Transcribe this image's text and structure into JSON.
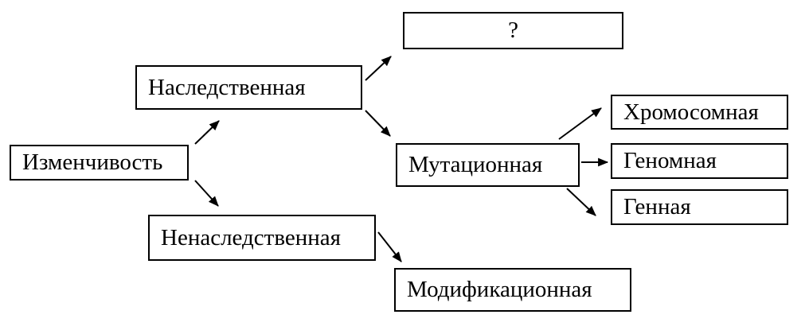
{
  "diagram": {
    "type": "flowchart",
    "language": "ru",
    "colors": {
      "border": "#000000",
      "text": "#000000",
      "background": "#ffffff"
    },
    "nodes": {
      "root": {
        "label": "Изменчивость"
      },
      "hereditary": {
        "label": "Наследственная"
      },
      "unknown": {
        "label": "?"
      },
      "mutational": {
        "label": "Мутационная"
      },
      "chromosomal": {
        "label": "Хромосомная"
      },
      "genomic": {
        "label": "Геномная"
      },
      "genetic": {
        "label": "Генная"
      },
      "non_hereditary": {
        "label": "Ненаследственная"
      },
      "modificational": {
        "label": "Модификационная"
      }
    },
    "edges": [
      {
        "from": "root",
        "to": "hereditary"
      },
      {
        "from": "root",
        "to": "non_hereditary"
      },
      {
        "from": "hereditary",
        "to": "unknown"
      },
      {
        "from": "hereditary",
        "to": "mutational"
      },
      {
        "from": "mutational",
        "to": "chromosomal"
      },
      {
        "from": "mutational",
        "to": "genomic"
      },
      {
        "from": "mutational",
        "to": "genetic"
      },
      {
        "from": "non_hereditary",
        "to": "modificational"
      }
    ]
  }
}
